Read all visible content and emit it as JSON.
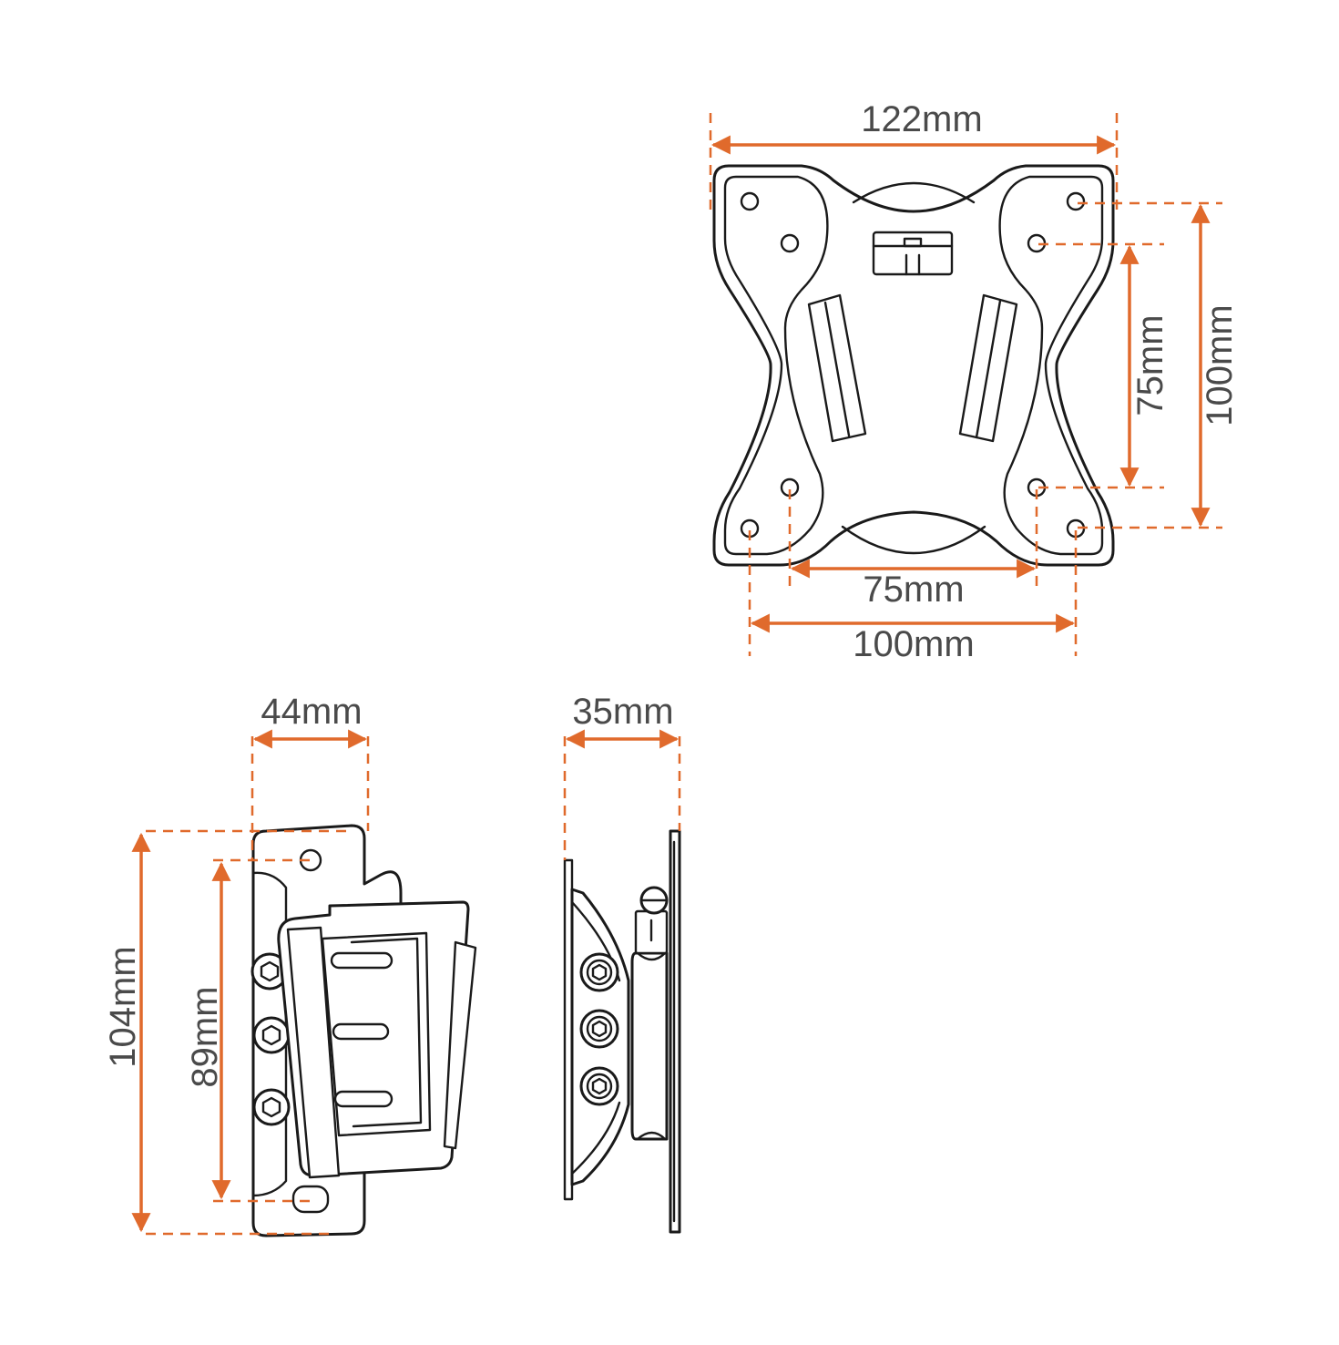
{
  "colors": {
    "dimension": "#e06a2c",
    "outline": "#1a1a1a",
    "text": "#4a4a4a",
    "background": "#ffffff"
  },
  "front_view": {
    "width_label": "122mm",
    "hole_height_outer_label": "100mm",
    "hole_height_inner_label": "75mm",
    "hole_width_inner_label": "75mm",
    "hole_width_outer_label": "100mm"
  },
  "side_view": {
    "width_label": "44mm",
    "height_outer_label": "104mm",
    "height_inner_label": "89mm"
  },
  "profile_view": {
    "depth_label": "35mm"
  }
}
